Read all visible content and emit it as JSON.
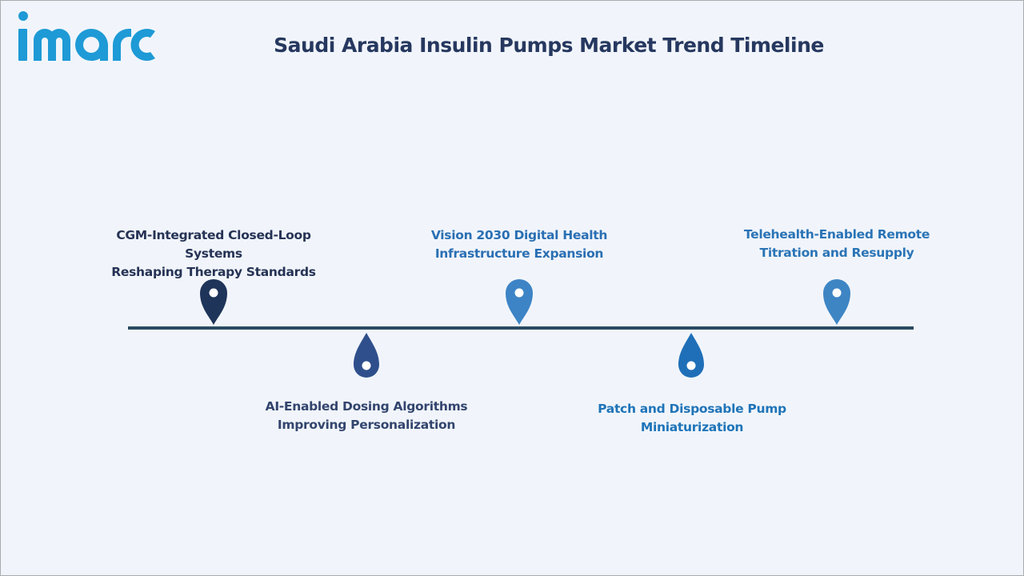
{
  "brand": {
    "logo_text": "imarc",
    "color": "#1e9ad6"
  },
  "header": {
    "title": "Saudi Arabia Insulin Pumps Market Trend Timeline"
  },
  "timeline": {
    "line_color": "#2b4a63",
    "milestones": [
      {
        "line1": "CGM-Integrated Closed-Loop Systems",
        "line2": "Reshaping Therapy Standards",
        "position": "above",
        "icon": "map-pin-icon",
        "color": "#1f3459"
      },
      {
        "line1": "AI-Enabled Dosing Algorithms",
        "line2": "Improving Personalization",
        "position": "below",
        "icon": "droplet-icon",
        "color": "#2f4f8c"
      },
      {
        "line1": "Vision 2030 Digital Health",
        "line2": "Infrastructure Expansion",
        "position": "above",
        "icon": "map-pin-icon",
        "color": "#3d84c6"
      },
      {
        "line1": "Patch and Disposable Pump",
        "line2": "Miniaturization",
        "position": "below",
        "icon": "droplet-icon",
        "color": "#1f6fb8"
      },
      {
        "line1": "Telehealth-Enabled Remote",
        "line2": "Titration and Resupply",
        "position": "above",
        "icon": "map-pin-icon",
        "color": "#3e85c4"
      }
    ]
  }
}
